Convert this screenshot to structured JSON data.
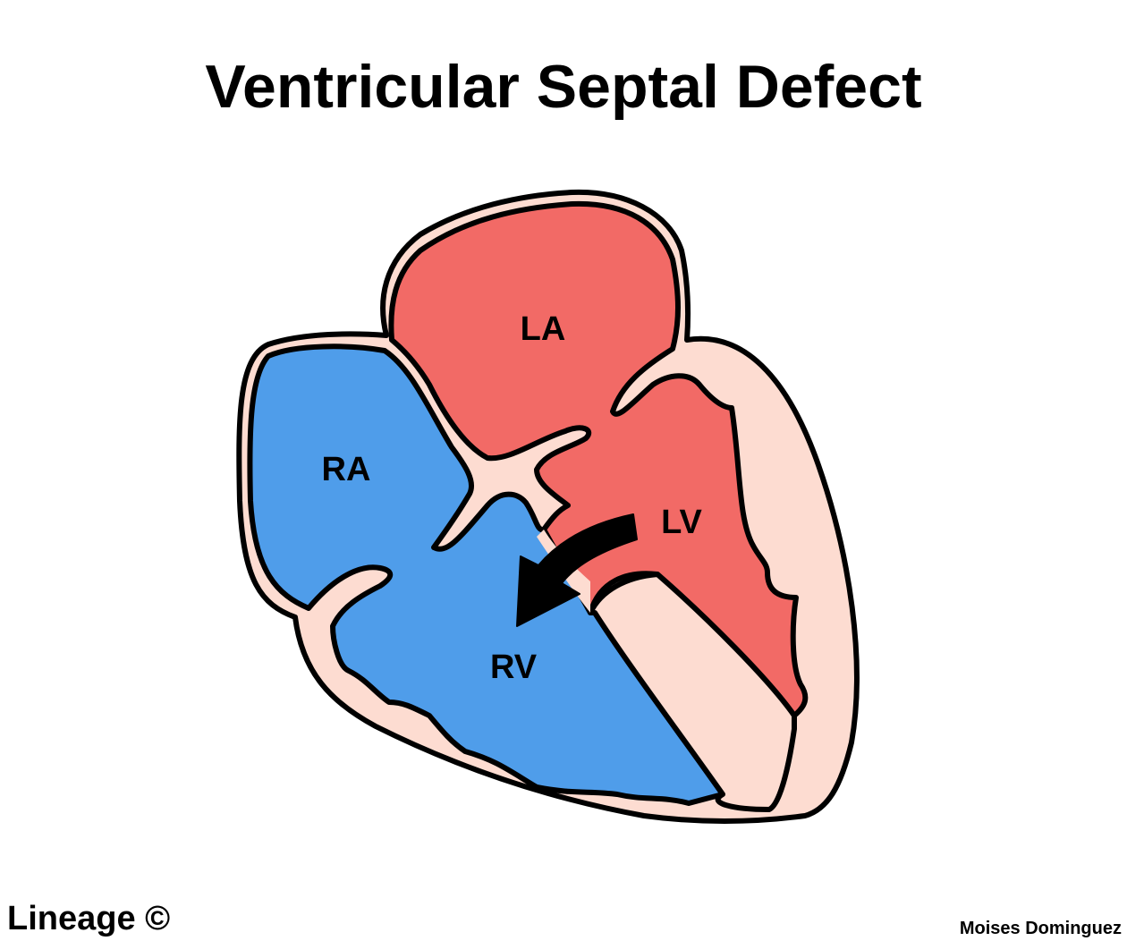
{
  "title": "Ventricular Septal Defect",
  "labels": {
    "la": "LA",
    "ra": "RA",
    "lv": "LV",
    "rv": "RV"
  },
  "footer": {
    "brand": "Lineage ©",
    "author": "Moises Dominguez"
  },
  "colors": {
    "oxygenated": "#F26A66",
    "deoxygenated": "#4F9DEA",
    "wall": "#FDDCD1",
    "outline": "#000000"
  }
}
